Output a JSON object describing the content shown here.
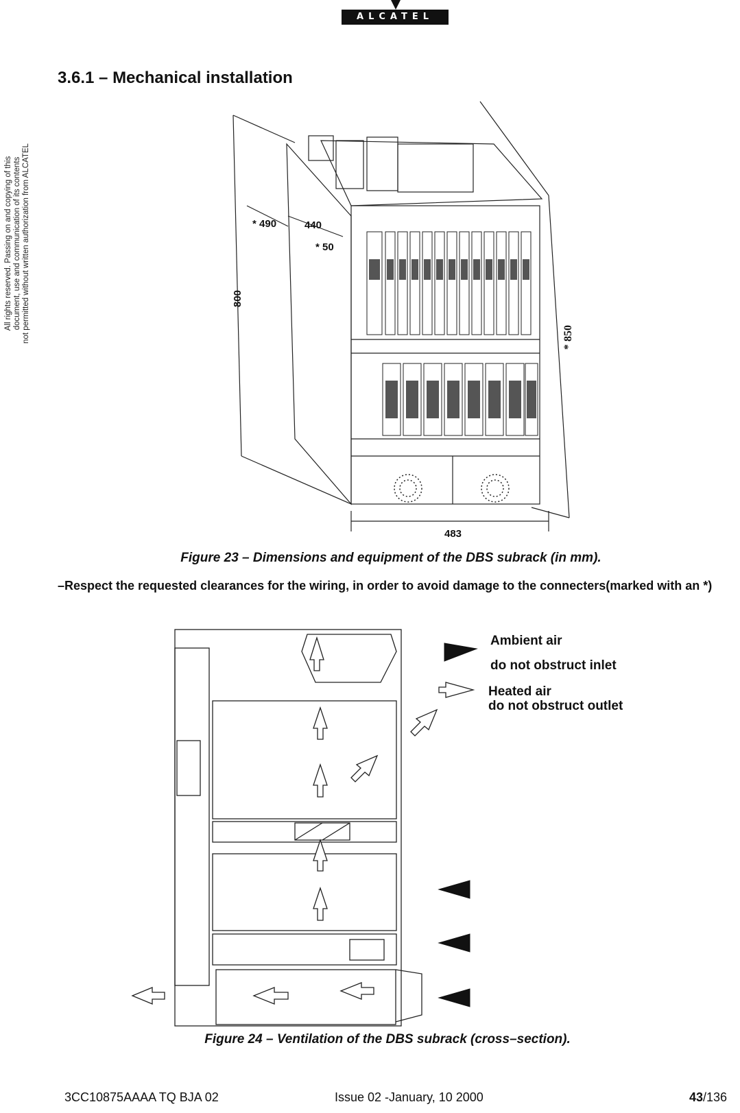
{
  "header": {
    "logo_text": "ALCATEL"
  },
  "side_note": {
    "lines": [
      "All rights reserved. Passing on and copying of this",
      "document, use and communication of its contents",
      "not permitted without written authorization from ALCATEL"
    ]
  },
  "section": {
    "title": "3.6.1 – Mechanical installation"
  },
  "figure23": {
    "dimensions": {
      "d490": "* 490",
      "d440": "440",
      "d50": "* 50",
      "d800": "800",
      "d850": "* 850",
      "d483": "483"
    },
    "caption": "Figure 23 – Dimensions and  equipment of the DBS subrack (in mm)."
  },
  "note": {
    "text": "–Respect the requested clearances for the wiring, in order to avoid damage to the connecters(marked with an *)"
  },
  "figure24": {
    "legend": {
      "ambient_title": "Ambient air",
      "ambient_sub": "do not obstruct inlet",
      "heated_title": "Heated air",
      "heated_sub": "do not obstruct outlet"
    },
    "caption": "Figure 24 – Ventilation of the DBS subrack (cross–section)."
  },
  "footer": {
    "doc_ref": "3CC10875AAAA TQ BJA 02",
    "issue": "Issue 02 -January, 10 2000",
    "page_current": "43",
    "page_total": "/136"
  }
}
